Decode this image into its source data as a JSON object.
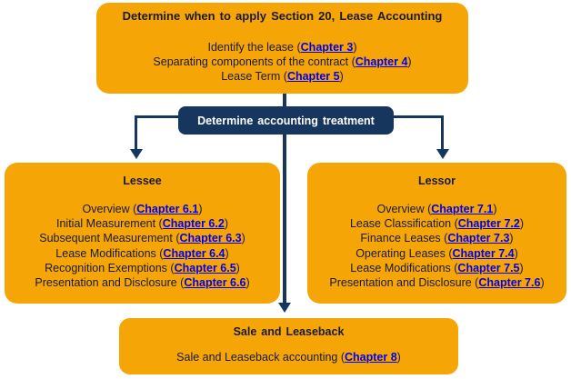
{
  "colors": {
    "orange": "#F5A505",
    "navy": "#17365D",
    "link": "#0000EE",
    "text": "#1A1A2E",
    "background": "#FFFFFF"
  },
  "top_box": {
    "title": "Determine when to apply Section 20, Lease Accounting",
    "items": [
      {
        "prefix": "Identify the lease (",
        "link": "Chapter 3",
        "suffix": ")"
      },
      {
        "prefix": "Separating components of the contract (",
        "link": "Chapter 4",
        "suffix": ")"
      },
      {
        "prefix": "Lease Term (",
        "link": "Chapter 5",
        "suffix": ")"
      }
    ]
  },
  "treatment_box": {
    "label": "Determine accounting treatment"
  },
  "lessee_box": {
    "title": "Lessee",
    "items": [
      {
        "prefix": "Overview (",
        "link": "Chapter 6.1",
        "suffix": ")"
      },
      {
        "prefix": "Initial Measurement (",
        "link": "Chapter 6.2",
        "suffix": ")"
      },
      {
        "prefix": "Subsequent Measurement (",
        "link": "Chapter 6.3",
        "suffix": ")"
      },
      {
        "prefix": "Lease Modifications (",
        "link": "Chapter 6.4",
        "suffix": ")"
      },
      {
        "prefix": "Recognition Exemptions (",
        "link": "Chapter 6.5",
        "suffix": ")"
      },
      {
        "prefix": "Presentation and Disclosure (",
        "link": "Chapter 6.6",
        "suffix": ")"
      }
    ]
  },
  "lessor_box": {
    "title": "Lessor",
    "items": [
      {
        "prefix": "Overview (",
        "link": "Chapter 7.1",
        "suffix": ")"
      },
      {
        "prefix": "Lease Classification (",
        "link": "Chapter 7.2",
        "suffix": ")"
      },
      {
        "prefix": "Finance Leases (",
        "link": "Chapter 7.3",
        "suffix": ")"
      },
      {
        "prefix": "Operating Leases (",
        "link": "Chapter 7.4",
        "suffix": ")"
      },
      {
        "prefix": "Lease Modifications (",
        "link": "Chapter 7.5",
        "suffix": ")"
      },
      {
        "prefix": "Presentation and Disclosure (",
        "link": "Chapter 7.6",
        "suffix": ")"
      }
    ]
  },
  "sale_leaseback_box": {
    "title": "Sale and Leaseback",
    "items": [
      {
        "prefix": "Sale and Leaseback accounting (",
        "link": "Chapter 8",
        "suffix": ")"
      }
    ]
  }
}
